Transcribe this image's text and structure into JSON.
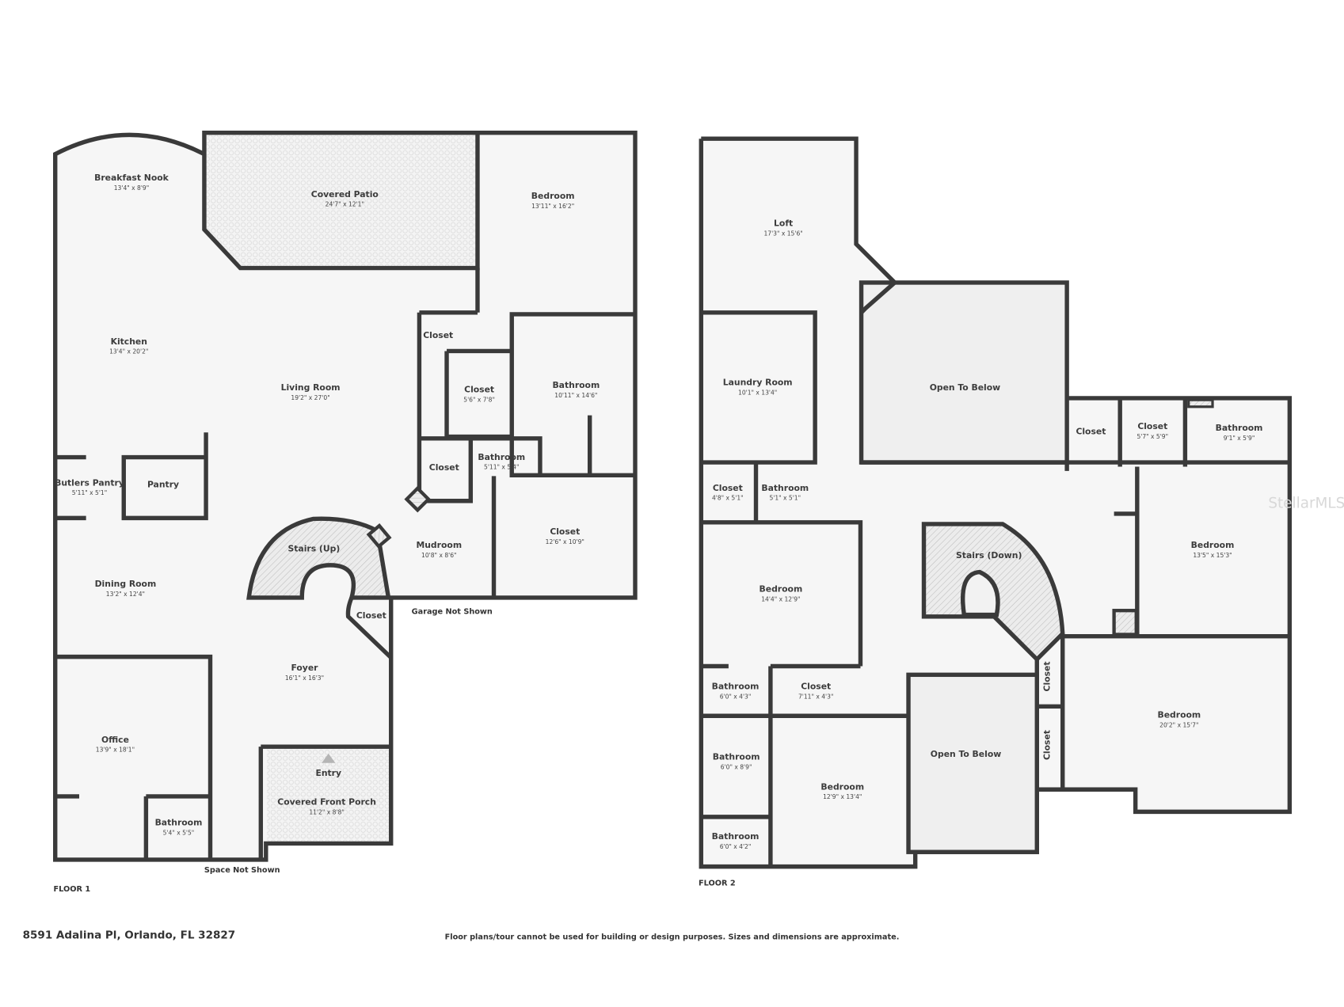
{
  "floor1": {
    "label": "FLOOR 1",
    "rooms": [
      {
        "name": "Breakfast Nook",
        "dims": "13'4\" x 8'9\""
      },
      {
        "name": "Covered Patio",
        "dims": "24'7\" x 12'1\""
      },
      {
        "name": "Bedroom",
        "dims": "13'11\" x 16'2\""
      },
      {
        "name": "Kitchen",
        "dims": "13'4\" x 20'2\""
      },
      {
        "name": "Living Room",
        "dims": "19'2\" x 27'0\""
      },
      {
        "name": "Closet",
        "dims": ""
      },
      {
        "name": "Closet",
        "dims": "5'6\" x 7'8\""
      },
      {
        "name": "Bathroom",
        "dims": "10'11\" x 14'6\""
      },
      {
        "name": "Closet",
        "dims": ""
      },
      {
        "name": "Bathroom",
        "dims": "5'11\" x 5'4\""
      },
      {
        "name": "Butlers Pantry",
        "dims": "5'11\" x 5'1\""
      },
      {
        "name": "Pantry",
        "dims": ""
      },
      {
        "name": "Stairs (Up)",
        "dims": ""
      },
      {
        "name": "Mudroom",
        "dims": "10'8\" x 8'6\""
      },
      {
        "name": "Closet",
        "dims": "12'6\" x 10'9\""
      },
      {
        "name": "Dining Room",
        "dims": "13'2\" x 12'4\""
      },
      {
        "name": "Closet",
        "dims": ""
      },
      {
        "name": "Foyer",
        "dims": "16'1\" x 16'3\""
      },
      {
        "name": "Office",
        "dims": "13'9\" x 18'1\""
      },
      {
        "name": "Entry",
        "dims": ""
      },
      {
        "name": "Covered Front Porch",
        "dims": "11'2\" x 8'8\""
      },
      {
        "name": "Bathroom",
        "dims": "5'4\" x 5'5\""
      }
    ],
    "notes": [
      "Garage Not Shown",
      "Space Not Shown"
    ]
  },
  "floor2": {
    "label": "FLOOR 2",
    "rooms": [
      {
        "name": "Loft",
        "dims": "17'3\" x 15'6\""
      },
      {
        "name": "Laundry Room",
        "dims": "10'1\" x 13'4\""
      },
      {
        "name": "Open To Below",
        "dims": ""
      },
      {
        "name": "Closet",
        "dims": ""
      },
      {
        "name": "Closet",
        "dims": "5'7\" x 5'9\""
      },
      {
        "name": "Bathroom",
        "dims": "9'1\" x 5'9\""
      },
      {
        "name": "Closet",
        "dims": "4'8\" x 5'1\""
      },
      {
        "name": "Bathroom",
        "dims": "5'1\" x 5'1\""
      },
      {
        "name": "Stairs (Down)",
        "dims": ""
      },
      {
        "name": "Bedroom",
        "dims": "13'5\" x 15'3\""
      },
      {
        "name": "Bedroom",
        "dims": "14'4\" x 12'9\""
      },
      {
        "name": "Closet",
        "dims": ""
      },
      {
        "name": "Bathroom",
        "dims": "6'0\" x 4'3\""
      },
      {
        "name": "Closet",
        "dims": "7'11\" x 4'3\""
      },
      {
        "name": "Bedroom",
        "dims": "20'2\" x 15'7\""
      },
      {
        "name": "Bathroom",
        "dims": "6'0\" x 8'9\""
      },
      {
        "name": "Open To Below",
        "dims": ""
      },
      {
        "name": "Closet",
        "dims": ""
      },
      {
        "name": "Bedroom",
        "dims": "12'9\" x 13'4\""
      },
      {
        "name": "Bathroom",
        "dims": "6'0\" x 4'2\""
      }
    ]
  },
  "footer": {
    "address": "8591 Adalina Pl, Orlando, FL 32827",
    "disclaimer": "Floor plans/tour cannot be used for building or design purposes. Sizes and dimensions are approximate."
  },
  "watermark": "StellarMLS",
  "colors": {
    "wall": "#3a3a3a",
    "floor": "#f6f6f6",
    "open_to_below": "#efefef",
    "background": "#ffffff"
  }
}
